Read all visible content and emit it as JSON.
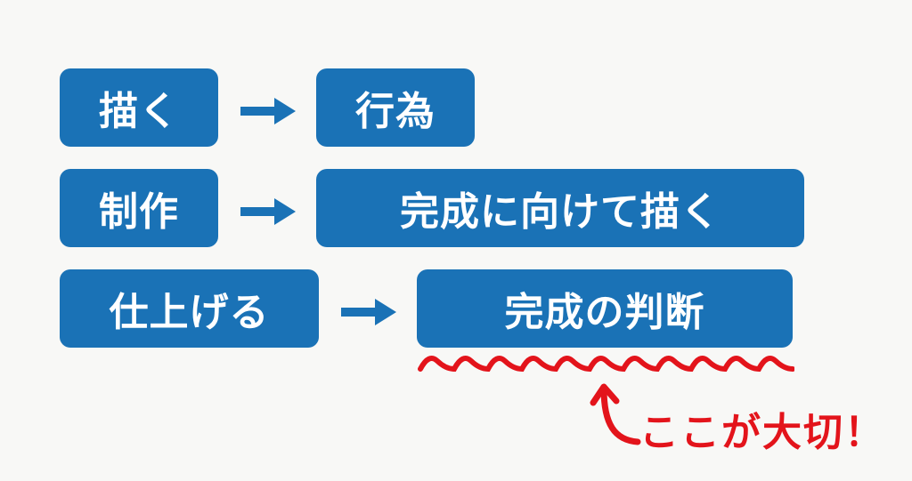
{
  "rows": [
    {
      "term": "描く",
      "meaning": "行為"
    },
    {
      "term": "制作",
      "meaning": "完成に向けて描く"
    },
    {
      "term": "仕上げる",
      "meaning": "完成の判断"
    }
  ],
  "note": "ここが大切！",
  "colors": {
    "box": "#1a72b6",
    "accent": "#e3141b",
    "background": "#f8f8f6"
  }
}
